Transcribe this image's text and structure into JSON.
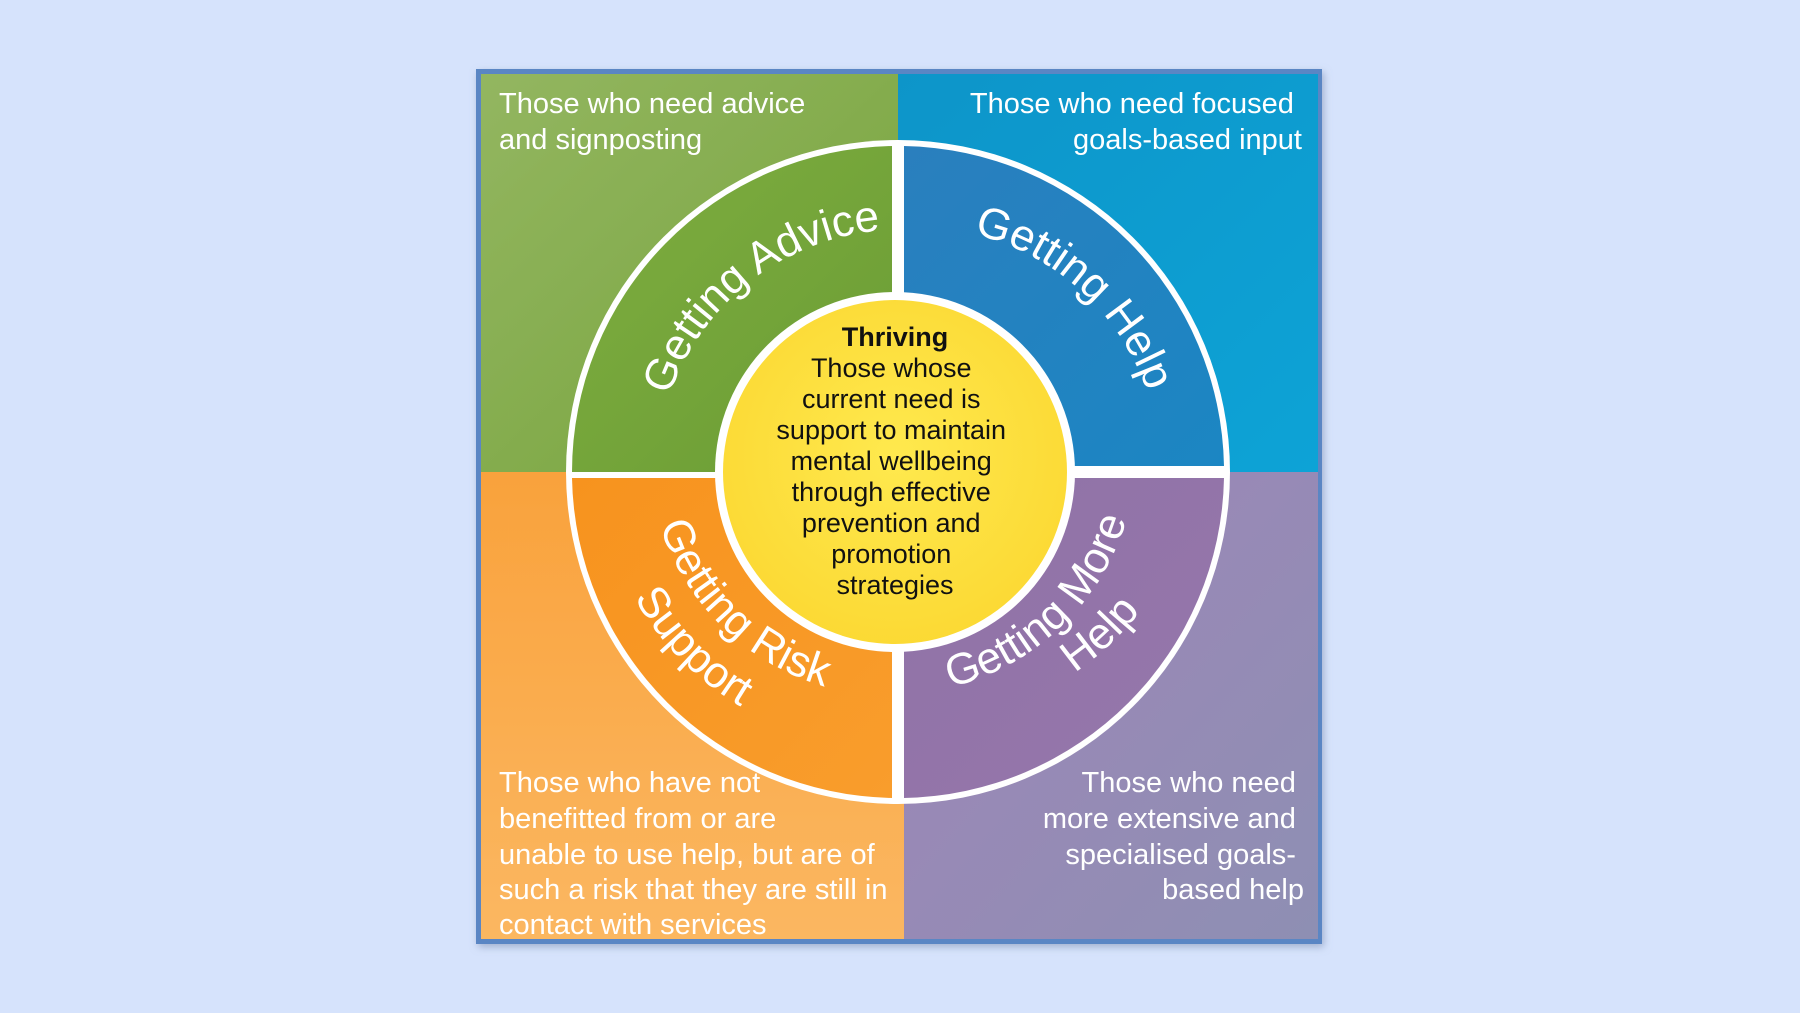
{
  "corners": {
    "top_left": [
      "Those who need advice",
      "and signposting"
    ],
    "top_right": [
      "Those who need focused",
      "goals-based input"
    ],
    "bottom_left": [
      "Those who have not",
      "benefitted from or are",
      "unable to use help, but are of",
      "such a risk that they are still in",
      "contact with services"
    ],
    "bottom_right": [
      "Those who need",
      "more extensive and",
      "specialised goals-",
      "based help"
    ]
  },
  "ring": {
    "top_left": [
      "Getting Advice"
    ],
    "top_right": [
      "Getting Help"
    ],
    "bottom_left": [
      "Getting Risk",
      "Support"
    ],
    "bottom_right": [
      "Getting More",
      "Help"
    ]
  },
  "center": {
    "title": "Thriving",
    "lines": [
      "Those whose",
      "current need is",
      "support to maintain",
      "mental wellbeing",
      "through effective",
      "prevention and",
      "promotion",
      "strategies"
    ]
  },
  "colors": {
    "background": "#d6e3fc",
    "green": "#7aa83e",
    "blue": "#1f87be",
    "orange": "#f7982a",
    "purple": "#8c73a6",
    "yellow": "#fde043"
  }
}
